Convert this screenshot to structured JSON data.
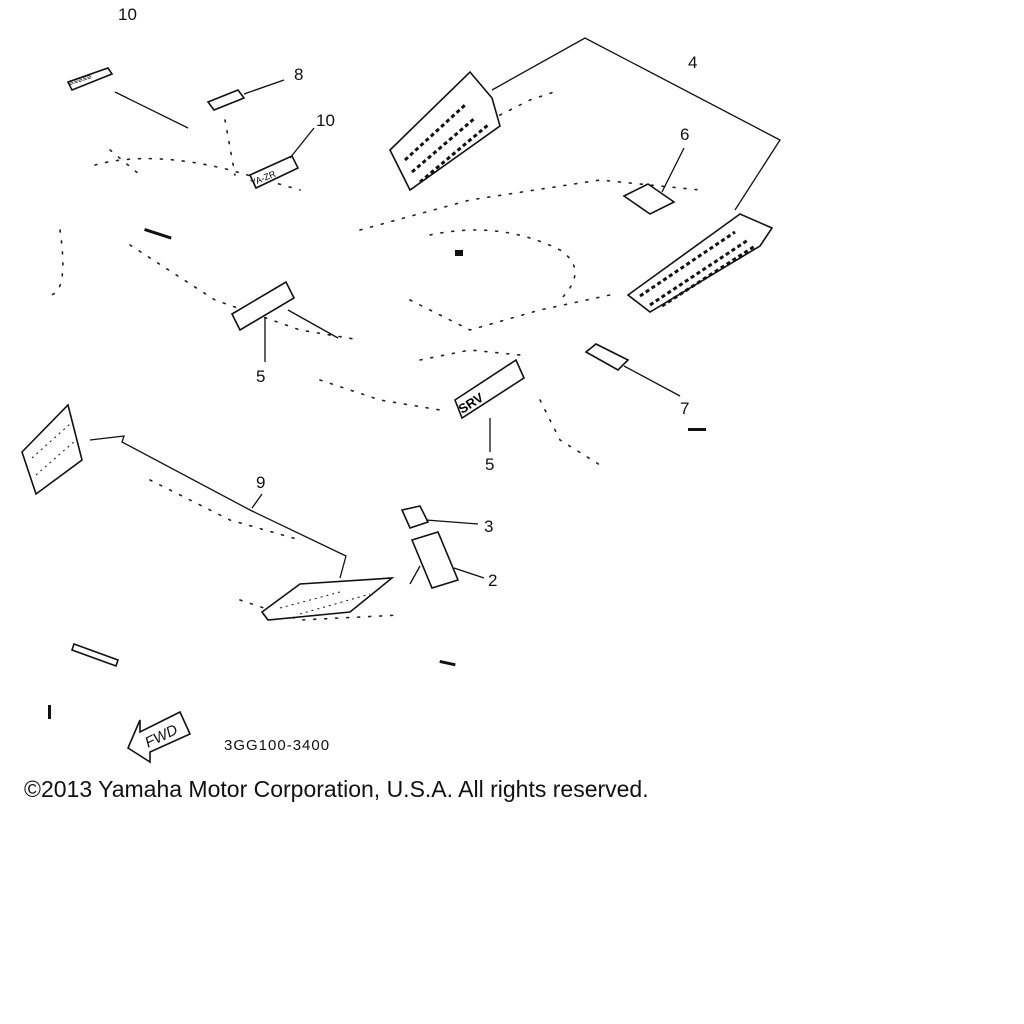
{
  "callouts": {
    "c10_top": "10",
    "c8": "8",
    "c10_mid": "10",
    "c4": "4",
    "c6": "6",
    "c5_left": "5",
    "c5_center": "5",
    "c7": "7",
    "c9": "9",
    "c3": "3",
    "c2": "2"
  },
  "fwd_arrow_label": "FWD",
  "part_code": "3GG100-3400",
  "copyright": "©2013 Yamaha Motor Corporation, U.S.A. All rights reserved."
}
